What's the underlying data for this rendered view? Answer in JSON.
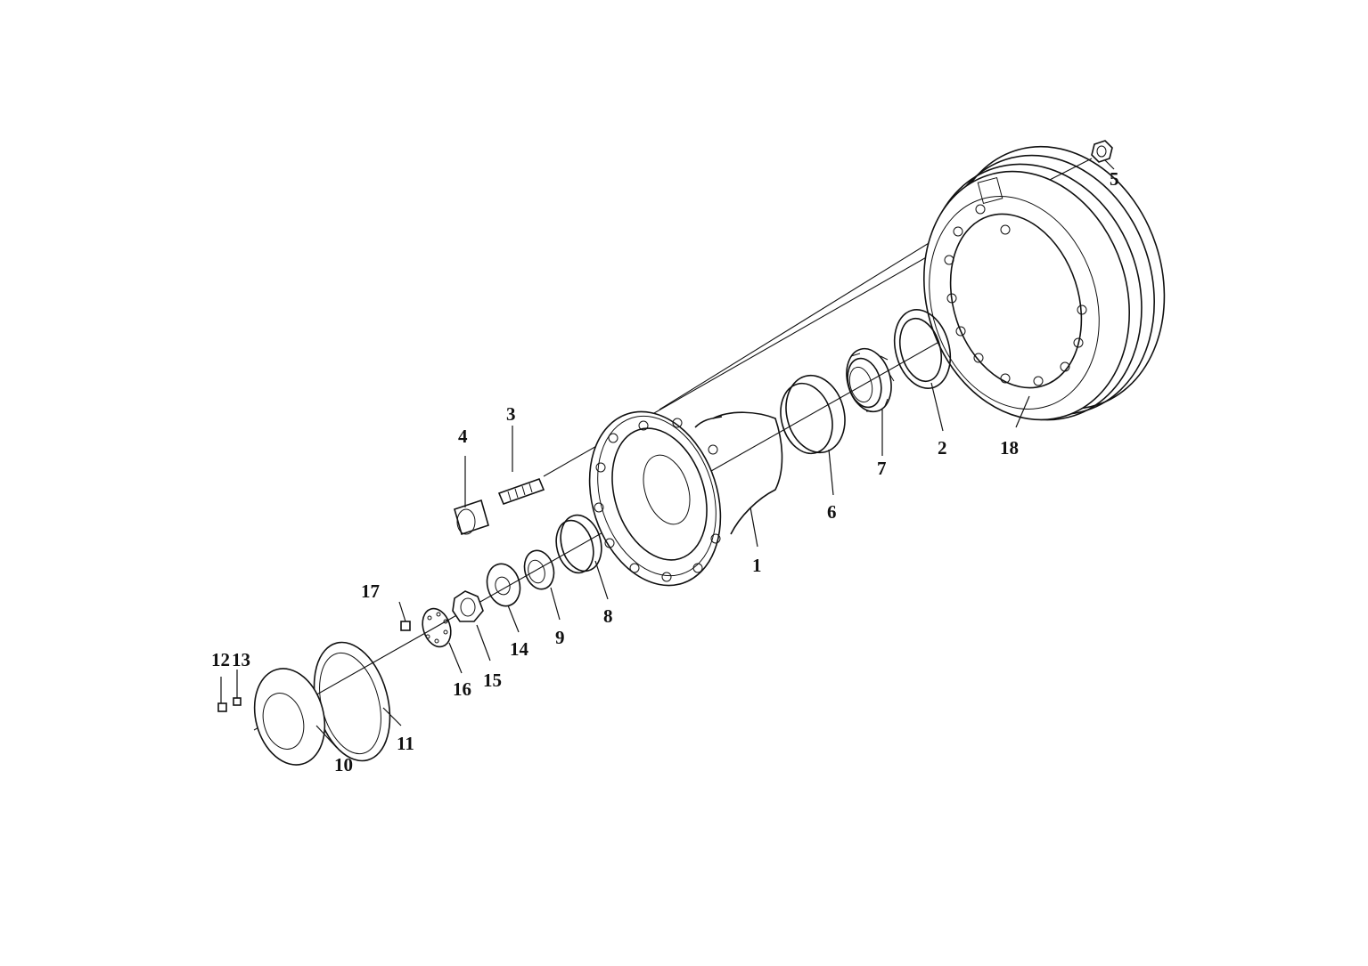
{
  "diagram": {
    "callouts": [
      {
        "id": "1",
        "label": "1"
      },
      {
        "id": "2",
        "label": "2"
      },
      {
        "id": "3",
        "label": "3"
      },
      {
        "id": "4",
        "label": "4"
      },
      {
        "id": "5",
        "label": "5"
      },
      {
        "id": "6",
        "label": "6"
      },
      {
        "id": "7",
        "label": "7"
      },
      {
        "id": "8",
        "label": "8"
      },
      {
        "id": "9",
        "label": "9"
      },
      {
        "id": "10",
        "label": "10"
      },
      {
        "id": "11",
        "label": "11"
      },
      {
        "id": "12",
        "label": "12"
      },
      {
        "id": "13",
        "label": "13"
      },
      {
        "id": "14",
        "label": "14"
      },
      {
        "id": "15",
        "label": "15"
      },
      {
        "id": "16",
        "label": "16"
      },
      {
        "id": "17",
        "label": "17"
      },
      {
        "id": "18",
        "label": "18"
      }
    ]
  }
}
